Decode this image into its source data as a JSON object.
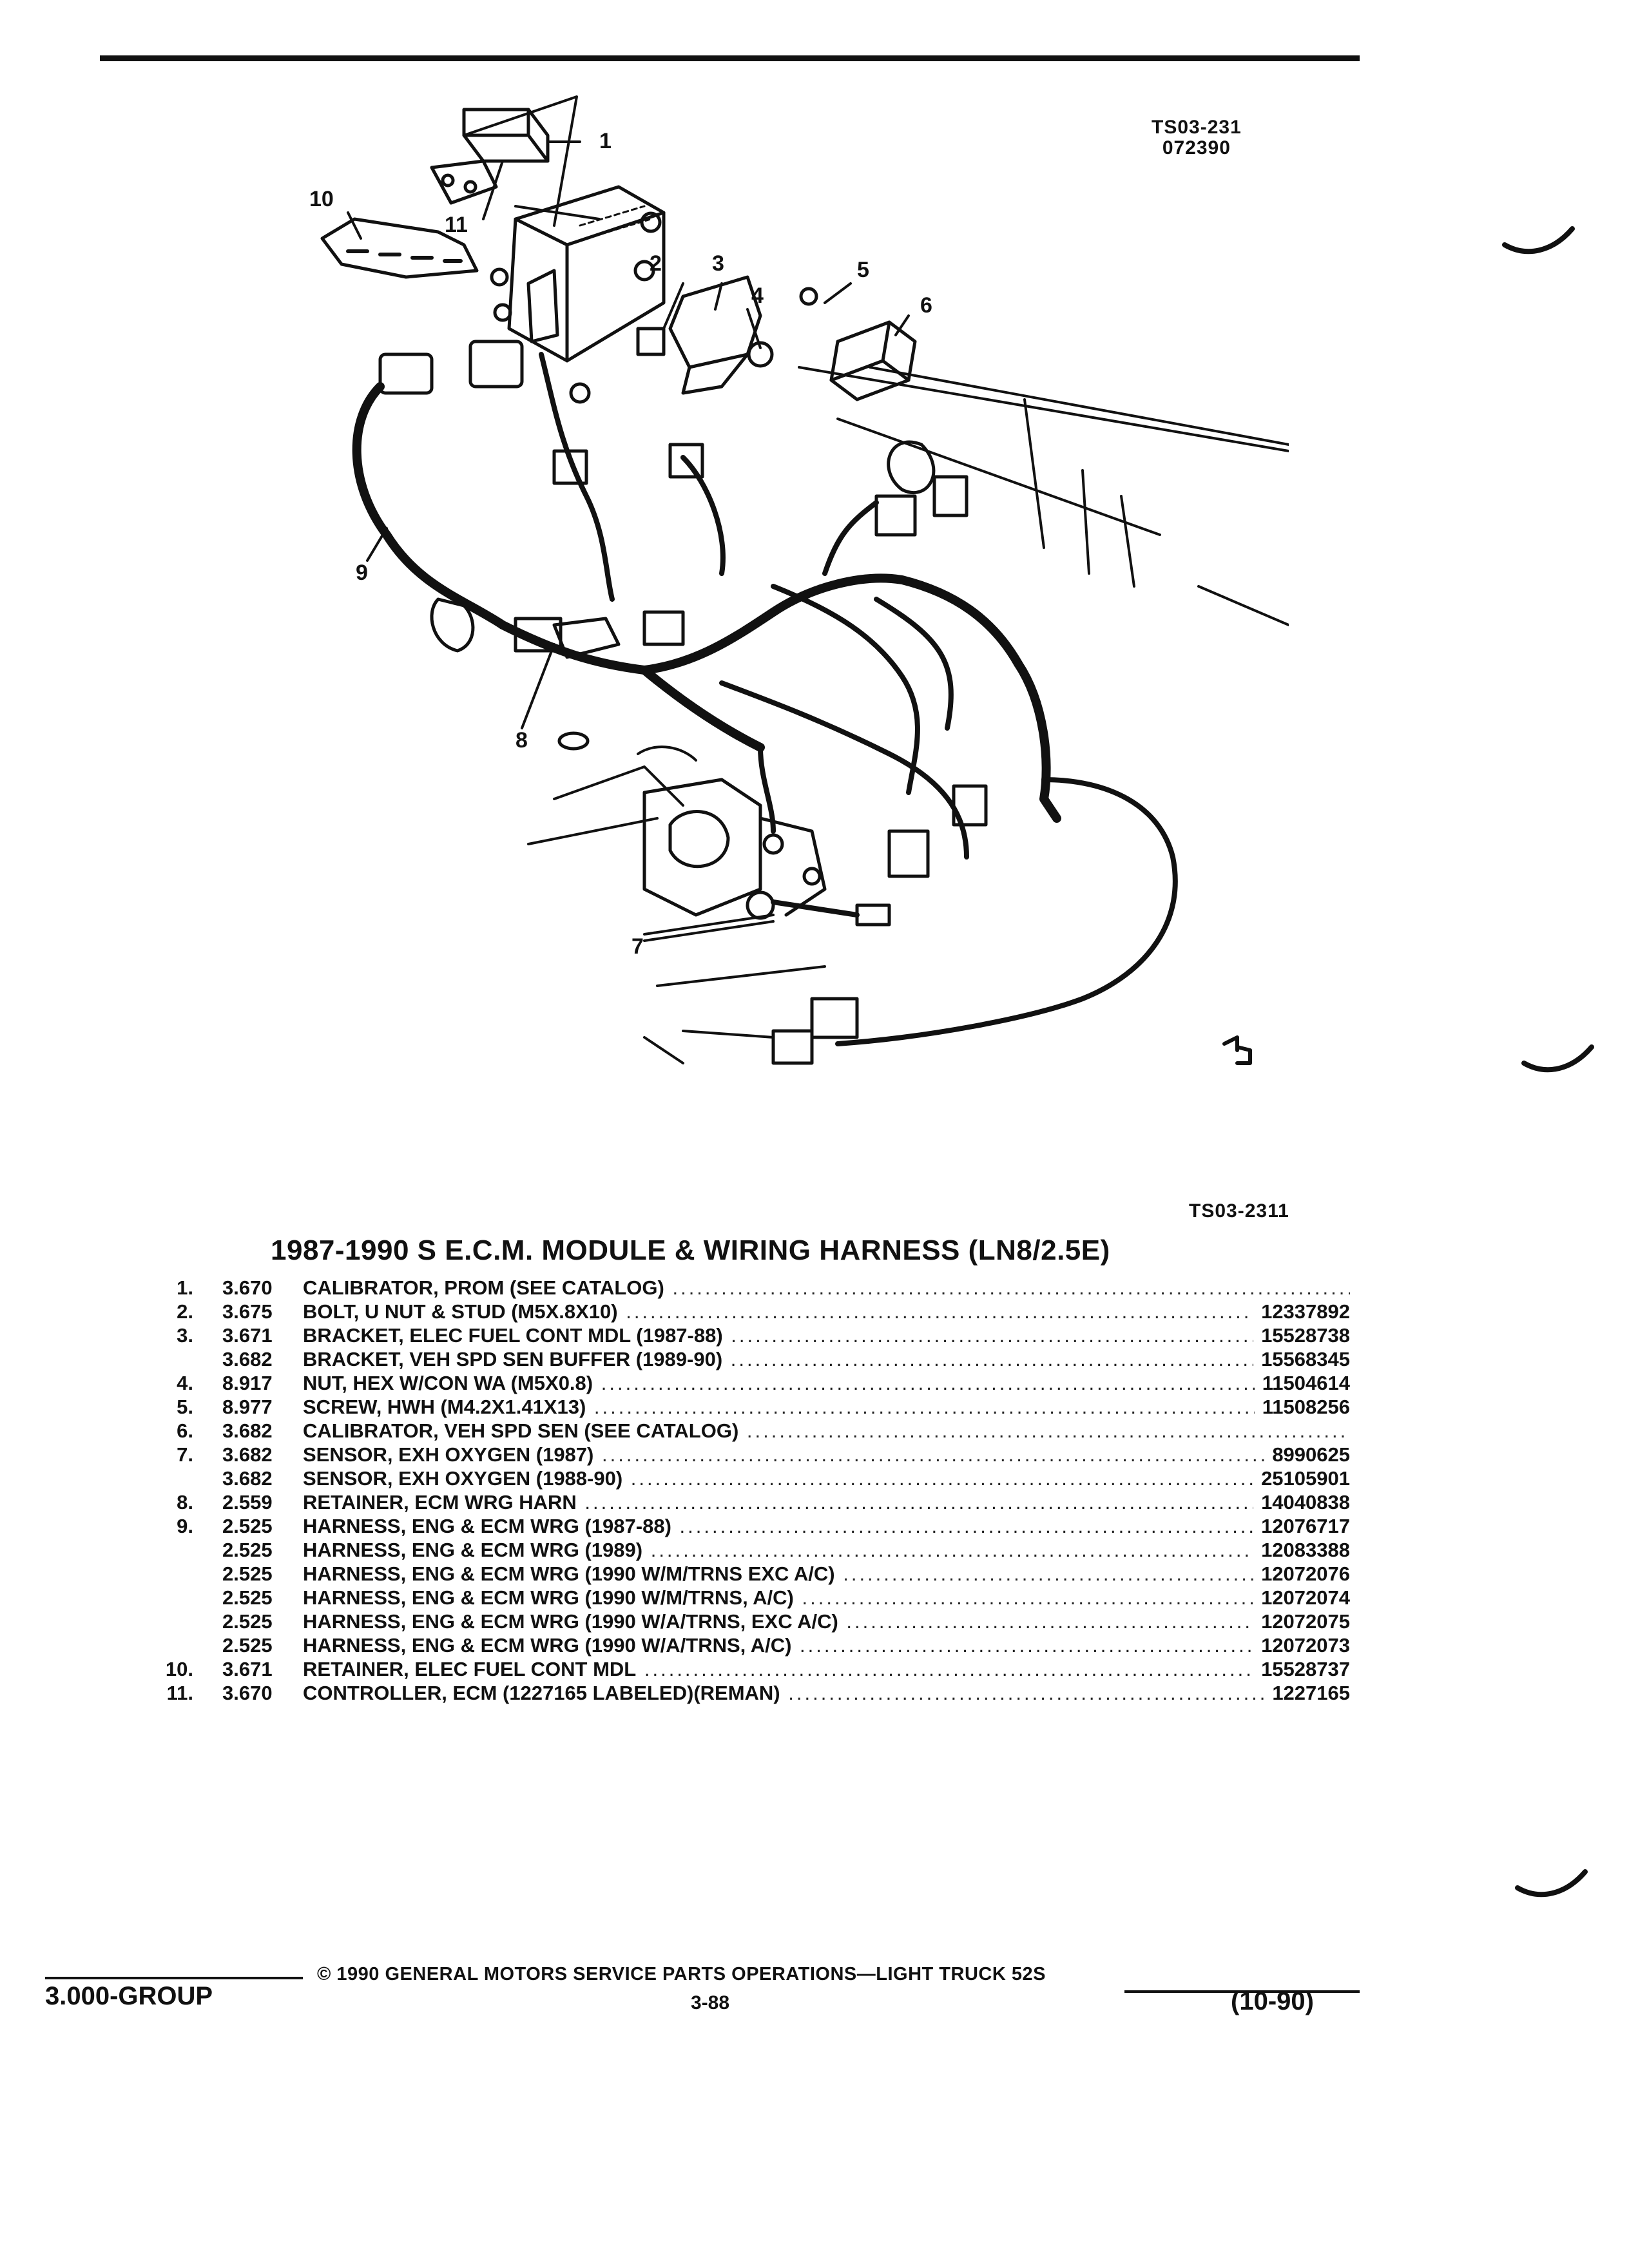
{
  "diagram": {
    "callouts": [
      "1",
      "2",
      "3",
      "4",
      "5",
      "6",
      "7",
      "8",
      "9",
      "10",
      "11"
    ]
  },
  "refs": {
    "drawing_number": "TS03-231",
    "drawing_date": "072390",
    "figure_number": "TS03-2311"
  },
  "title": "1987-1990 S E.C.M. MODULE & WIRING HARNESS (LN8/2.5E)",
  "parts": [
    {
      "item": "1.",
      "code": "3.670",
      "name": "CALIBRATOR",
      "desc": ", PROM (SEE CATALOG)",
      "part_no": ""
    },
    {
      "item": "2.",
      "code": "3.675",
      "name": "BOLT",
      "desc": ", U NUT & STUD (M5X.8X10)",
      "part_no": "12337892"
    },
    {
      "item": "3.",
      "code": "3.671",
      "name": "BRACKET",
      "desc": ", ELEC FUEL CONT MDL (1987-88)",
      "part_no": "15528738"
    },
    {
      "item": "",
      "code": "3.682",
      "name": "BRACKET",
      "desc": ", VEH SPD SEN BUFFER (1989-90)",
      "part_no": "15568345"
    },
    {
      "item": "4.",
      "code": "8.917",
      "name": "NUT",
      "desc": ", HEX W/CON WA (M5X0.8)",
      "part_no": "11504614"
    },
    {
      "item": "5.",
      "code": "8.977",
      "name": "SCREW",
      "desc": ", HWH (M4.2X1.41X13)",
      "part_no": "11508256"
    },
    {
      "item": "6.",
      "code": "3.682",
      "name": "CALIBRATOR",
      "desc": ", VEH SPD SEN (SEE CATALOG)",
      "part_no": ""
    },
    {
      "item": "7.",
      "code": "3.682",
      "name": "SENSOR",
      "desc": ", EXH OXYGEN (1987)",
      "part_no": "8990625"
    },
    {
      "item": "",
      "code": "3.682",
      "name": "SENSOR",
      "desc": ", EXH OXYGEN (1988-90)",
      "part_no": "25105901"
    },
    {
      "item": "8.",
      "code": "2.559",
      "name": "RETAINER",
      "desc": ", ECM WRG HARN",
      "part_no": "14040838"
    },
    {
      "item": "9.",
      "code": "2.525",
      "name": "HARNESS",
      "desc": ", ENG & ECM WRG (1987-88)",
      "part_no": "12076717"
    },
    {
      "item": "",
      "code": "2.525",
      "name": "HARNESS",
      "desc": ", ENG & ECM WRG (1989)",
      "part_no": "12083388"
    },
    {
      "item": "",
      "code": "2.525",
      "name": "HARNESS",
      "desc": ", ENG & ECM WRG (1990 W/M/TRNS EXC A/C)",
      "part_no": "12072076"
    },
    {
      "item": "",
      "code": "2.525",
      "name": "HARNESS",
      "desc": ", ENG & ECM WRG (1990 W/M/TRNS, A/C)",
      "part_no": "12072074"
    },
    {
      "item": "",
      "code": "2.525",
      "name": "HARNESS",
      "desc": ", ENG & ECM WRG (1990 W/A/TRNS, EXC A/C)",
      "part_no": "12072075"
    },
    {
      "item": "",
      "code": "2.525",
      "name": "HARNESS",
      "desc": ", ENG & ECM WRG (1990 W/A/TRNS, A/C)",
      "part_no": "12072073"
    },
    {
      "item": "10.",
      "code": "3.671",
      "name": "RETAINER",
      "desc": ", ELEC FUEL CONT MDL",
      "part_no": "15528737"
    },
    {
      "item": "11.",
      "code": "3.670",
      "name": "CONTROLLER",
      "desc": ", ECM (1227165 LABELED)(REMAN)",
      "part_no": "1227165"
    }
  ],
  "footer": {
    "copyright": "© 1990  GENERAL MOTORS SERVICE PARTS OPERATIONS—LIGHT TRUCK 52S",
    "group": "3.000-GROUP",
    "page": "3-88",
    "date": "(10-90)"
  },
  "colors": {
    "ink": "#111111",
    "paper": "#ffffff"
  }
}
